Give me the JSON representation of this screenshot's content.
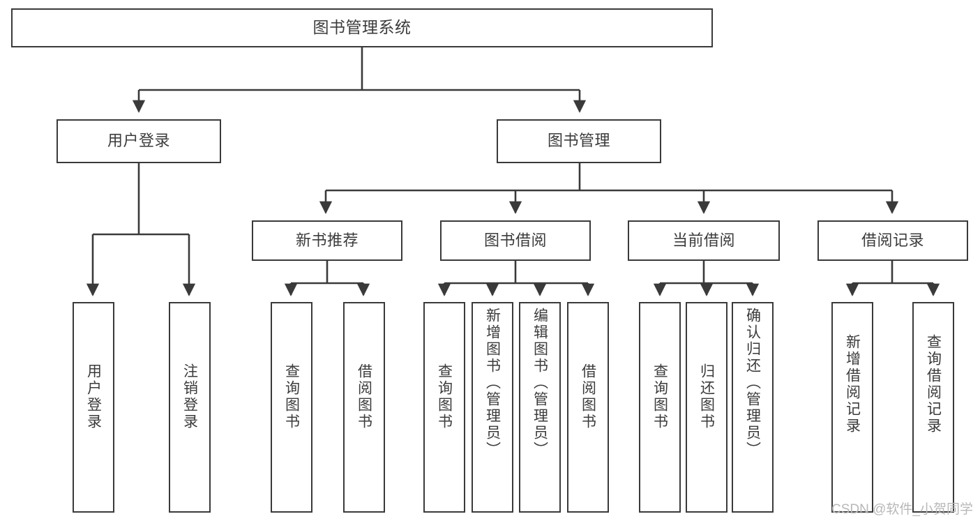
{
  "diagram": {
    "title": "图书管理系统",
    "type": "tree",
    "watermark": "CSDN @软件_小贺同学",
    "colors": {
      "border": "#3a3a3a",
      "text": "#3b3b3b",
      "background": "#ffffff",
      "edge": "#3a3a3a",
      "watermark": "#b8b8b8"
    }
  },
  "nodes": {
    "root": {
      "label": "图书管理系统"
    },
    "level2": [
      {
        "id": "user-login",
        "label": "用户登录"
      },
      {
        "id": "book-management",
        "label": "图书管理"
      }
    ],
    "level3": [
      {
        "id": "new-book-recommend",
        "label": "新书推荐"
      },
      {
        "id": "book-borrow",
        "label": "图书借阅"
      },
      {
        "id": "current-borrow",
        "label": "当前借阅"
      },
      {
        "id": "borrow-record",
        "label": "借阅记录"
      }
    ],
    "leaves": {
      "user_login": [
        {
          "id": "leaf-user-login",
          "label": "用户登录"
        },
        {
          "id": "leaf-logout",
          "label": "注销登录"
        }
      ],
      "new_book_recommend": [
        {
          "id": "leaf-query-book-1",
          "label": "查询图书"
        },
        {
          "id": "leaf-borrow-book-1",
          "label": "借阅图书"
        }
      ],
      "book_borrow": [
        {
          "id": "leaf-query-book-2",
          "label": "查询图书"
        },
        {
          "id": "leaf-add-book",
          "label": "新增图书（管理员）"
        },
        {
          "id": "leaf-edit-book",
          "label": "编辑图书（管理员）"
        },
        {
          "id": "leaf-borrow-book-2",
          "label": "借阅图书"
        }
      ],
      "current_borrow": [
        {
          "id": "leaf-query-book-3",
          "label": "查询图书"
        },
        {
          "id": "leaf-return-book",
          "label": "归还图书"
        },
        {
          "id": "leaf-confirm-return",
          "label": "确认归还（管理员）"
        }
      ],
      "borrow_record": [
        {
          "id": "leaf-add-record",
          "label": "新增借阅记录"
        },
        {
          "id": "leaf-query-record",
          "label": "查询借阅记录"
        }
      ]
    }
  }
}
